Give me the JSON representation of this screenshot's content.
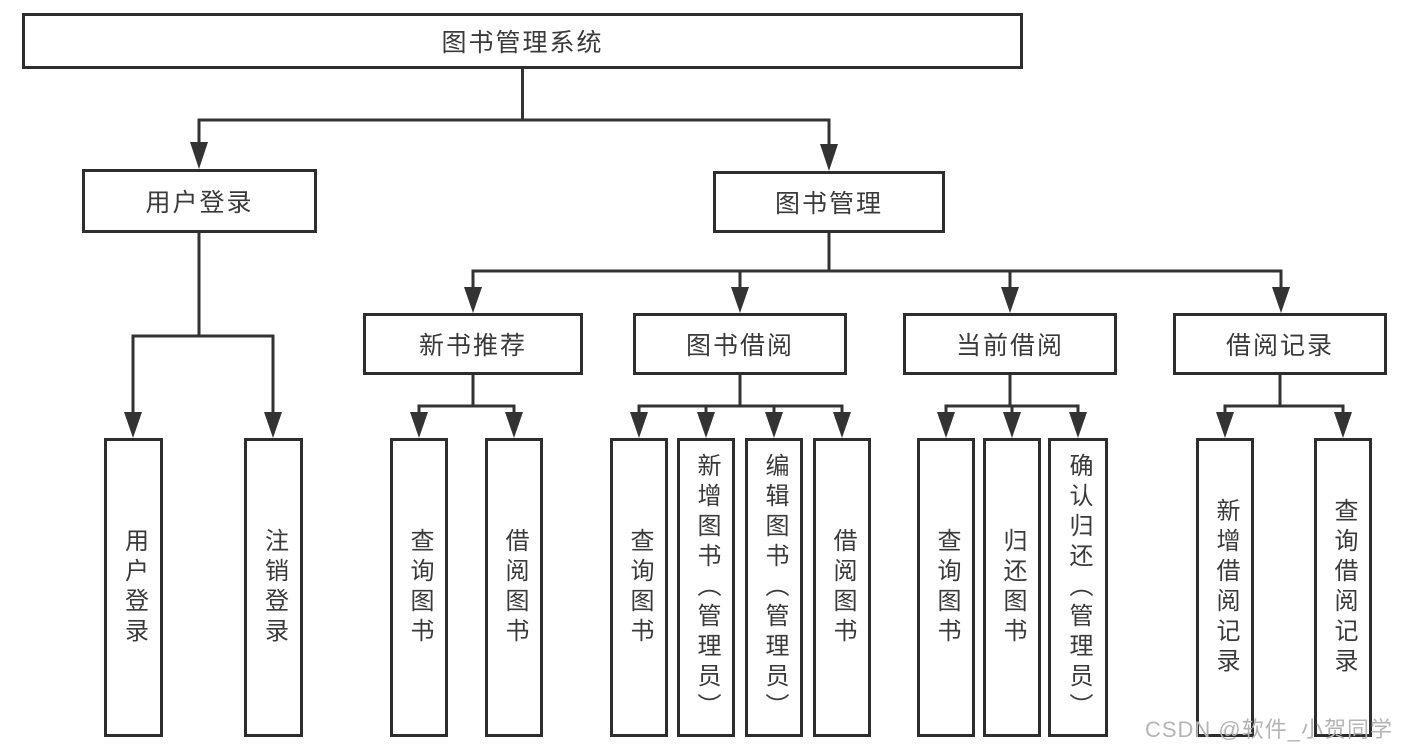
{
  "tree": {
    "root": {
      "label": "图书管理系统"
    },
    "children": [
      {
        "label": "用户登录",
        "children": [
          {
            "label": "用户登录"
          },
          {
            "label": "注销登录"
          }
        ]
      },
      {
        "label": "图书管理",
        "children": [
          {
            "label": "新书推荐",
            "children": [
              {
                "label": "查询图书"
              },
              {
                "label": "借阅图书"
              }
            ]
          },
          {
            "label": "图书借阅",
            "children": [
              {
                "label": "查询图书"
              },
              {
                "label": "新增图书（管理员）"
              },
              {
                "label": "编辑图书（管理员）"
              },
              {
                "label": "借阅图书"
              }
            ]
          },
          {
            "label": "当前借阅",
            "children": [
              {
                "label": "查询图书"
              },
              {
                "label": "归还图书"
              },
              {
                "label": "确认归还（管理员）"
              }
            ]
          },
          {
            "label": "借阅记录",
            "children": [
              {
                "label": "新增借阅记录"
              },
              {
                "label": "查询借阅记录"
              }
            ]
          }
        ]
      }
    ]
  },
  "watermark": {
    "text": "CSDN @软件_小贺同学"
  },
  "colors": {
    "line": "#333333",
    "border": "#2d2d2d",
    "text": "#3a3a3a",
    "background": "#ffffff",
    "watermark": "#b4b4b4"
  }
}
